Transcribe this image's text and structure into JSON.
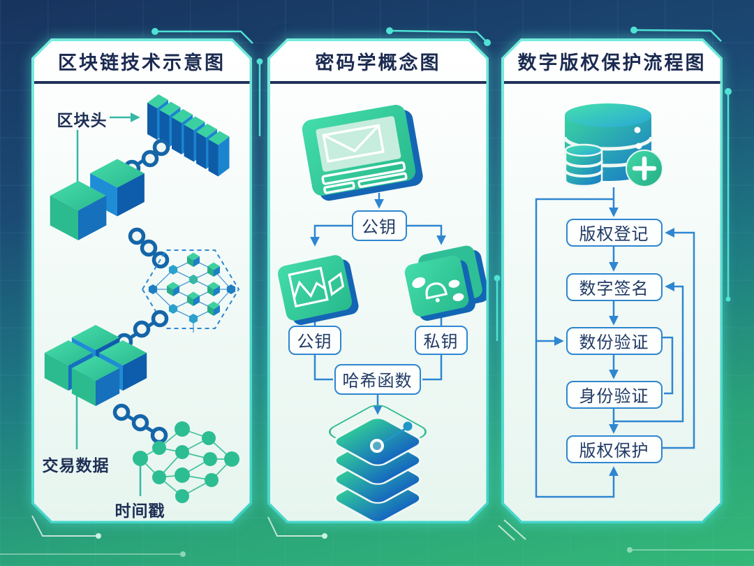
{
  "panels": [
    {
      "id": "blockchain",
      "title": "区块链技术示意图",
      "labels": {
        "block_header": "区块头",
        "transaction_data": "交易数据",
        "timestamp": "时间戳"
      },
      "icons": [
        "block-slabs-icon",
        "cube-icon",
        "chain-link-icon",
        "hexagon-network-icon",
        "cube-cluster-icon",
        "node-network-icon"
      ]
    },
    {
      "id": "cryptography",
      "title": "密码学概念图",
      "boxes": {
        "public_key_top": "公钥",
        "public_key": "公钥",
        "private_key": "私钥",
        "hash_function": "哈希函数"
      },
      "icons": [
        "message-screen-icon",
        "image-card-icon",
        "bell-cards-icon",
        "data-stack-icon"
      ]
    },
    {
      "id": "copyright",
      "title": "数字版权保护流程图",
      "steps": [
        "版权登记",
        "数字签名",
        "数份验证",
        "身份验证",
        "版权保护"
      ],
      "icons": [
        "database-icon",
        "plus-badge-icon"
      ]
    }
  ],
  "colors": {
    "accent_cyan": "#4fe3d4",
    "connector_blue": "#2e86d1",
    "chain_blue": "#1565a8",
    "node_green": "#2dbd92",
    "navy_text": "#1e2f55",
    "panel_border": "#52e0d2",
    "bg_top": "#17335e",
    "bg_bottom": "#33b878"
  }
}
